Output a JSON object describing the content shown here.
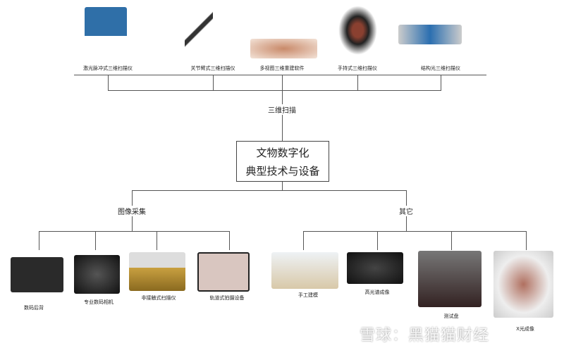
{
  "root": {
    "line1": "文物数字化",
    "line2": "典型技术与设备"
  },
  "branches": {
    "scan": "三维扫描",
    "image": "图像采集",
    "other": "其它"
  },
  "scan_items": [
    "激光脉冲式三维扫描仪",
    "关节臂式三维扫描仪",
    "多视图三维重建软件",
    "手持式三维扫描仪",
    "结构光三维扫描仪"
  ],
  "image_items": [
    "数码后背",
    "专业数码相机",
    "非接触式扫描仪",
    "轨道式拍摄设备"
  ],
  "other_items": [
    "手工建模",
    "高光谱成像",
    "测试盘",
    "X光成像"
  ],
  "watermark": "雪球：黑猫猫财经"
}
